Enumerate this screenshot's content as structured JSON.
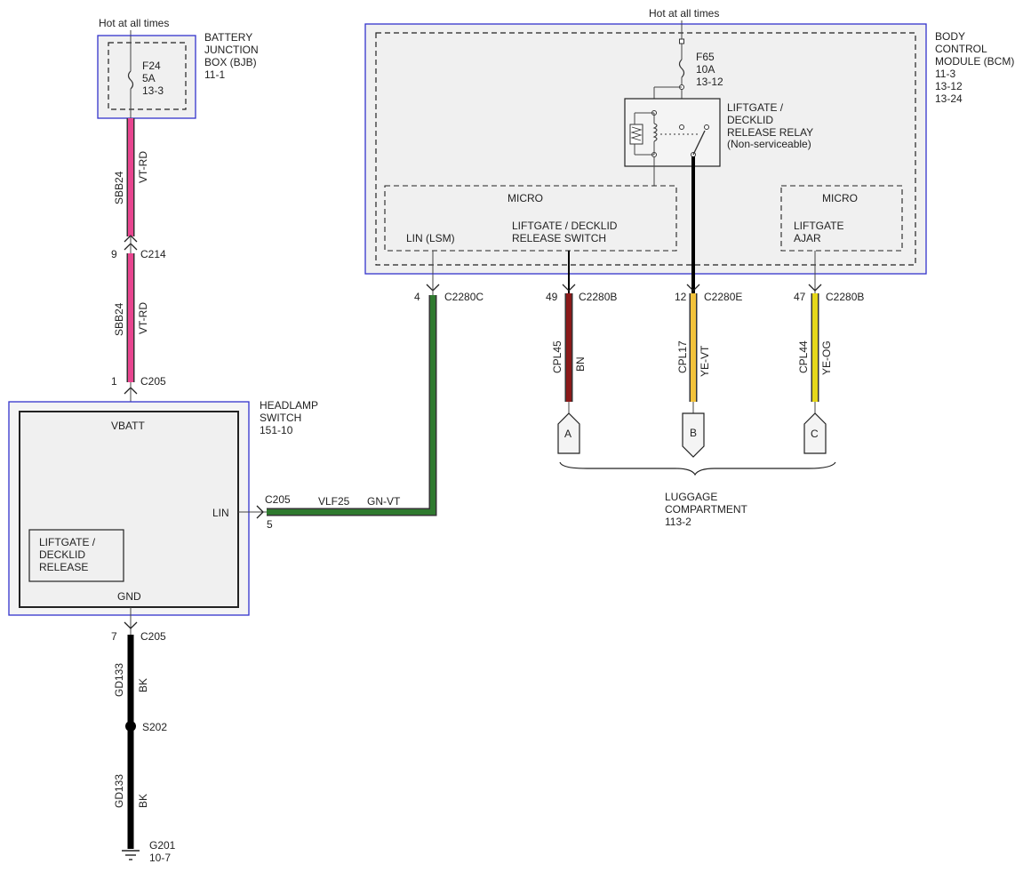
{
  "colors": {
    "wire_vt_rd": "#e8458f",
    "wire_gn_vt": "#2f7a2f",
    "wire_bn": "#8b1a1a",
    "wire_ye_vt": "#f2c23a",
    "wire_ye_og": "#e6d81a",
    "wire_bk": "#000000",
    "module_border": "#3333cc",
    "module_fill": "#f0f0f0"
  },
  "bjb": {
    "hot_label": "Hot at all times",
    "title_lines": [
      "BATTERY",
      "JUNCTION",
      "BOX (BJB)"
    ],
    "ref": "11-1",
    "fuse": {
      "name": "F24",
      "rating": "5A",
      "ref": "13-3"
    }
  },
  "bcm": {
    "hot_label": "Hot at all times",
    "title_lines": [
      "BODY",
      "CONTROL",
      "MODULE (BCM)"
    ],
    "refs": [
      "11-3",
      "13-12",
      "13-24"
    ],
    "fuse": {
      "name": "F65",
      "rating": "10A",
      "ref": "13-12"
    },
    "relay": {
      "lines": [
        "LIFTGATE /",
        "DECKLID",
        "RELEASE RELAY"
      ],
      "note": "(Non-serviceable)"
    },
    "micro_left": {
      "title": "MICRO",
      "lin_label": "LIN (LSM)",
      "switch_lines": [
        "LIFTGATE / DECKLID",
        "RELEASE SWITCH"
      ]
    },
    "micro_right": {
      "title": "MICRO",
      "ajar_lines": [
        "LIFTGATE",
        "AJAR"
      ]
    }
  },
  "upper_wire": {
    "circuit": "SBB24",
    "color": "VT-RD",
    "pin": "9",
    "connector": "C214"
  },
  "lower_wire": {
    "circuit": "SBB24",
    "color": "VT-RD",
    "pin": "1",
    "connector": "C205"
  },
  "headlamp_switch": {
    "title_lines": [
      "HEADLAMP",
      "SWITCH"
    ],
    "ref": "151-10",
    "vbatt": "VBATT",
    "lin": "LIN",
    "gnd": "GND",
    "internal_lines": [
      "LIFTGATE /",
      "DECKLID",
      "RELEASE"
    ]
  },
  "lin_wire": {
    "connector": "C205",
    "pin": "5",
    "circuit": "VLF25",
    "color": "GN-VT",
    "bcm_pin": "4",
    "bcm_connector": "C2280C"
  },
  "bcm_outputs": [
    {
      "pin": "49",
      "connector": "C2280B",
      "circuit": "CPL45",
      "color": "BN",
      "tag": "A"
    },
    {
      "pin": "12",
      "connector": "C2280E",
      "circuit": "CPL17",
      "color": "YE-VT",
      "tag": "B"
    },
    {
      "pin": "47",
      "connector": "C2280B",
      "circuit": "CPL44",
      "color": "YE-OG",
      "tag": "C"
    }
  ],
  "luggage": {
    "lines": [
      "LUGGAGE",
      "COMPARTMENT"
    ],
    "ref": "113-2"
  },
  "ground": {
    "pin": "7",
    "connector": "C205",
    "circuit1": "GD133",
    "color1": "BK",
    "splice": "S202",
    "circuit2": "GD133",
    "color2": "BK",
    "name": "G201",
    "ref": "10-7"
  }
}
